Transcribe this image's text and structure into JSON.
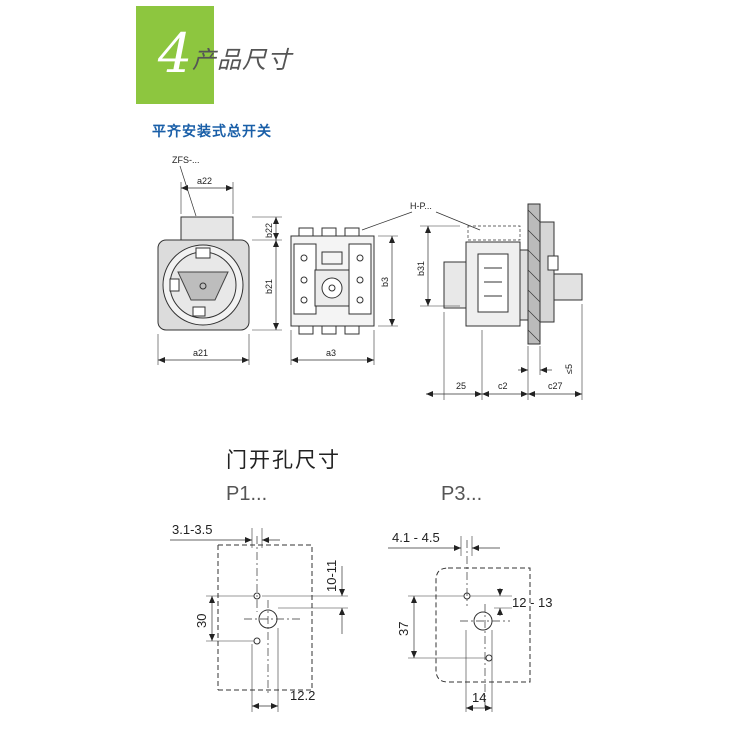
{
  "header": {
    "section_number": "4",
    "section_title": "产品尺寸",
    "accent_color": "#8dc63f"
  },
  "switch_drawing": {
    "subtitle": "平齐安装式总开关",
    "subtitle_color": "#1a5fa8",
    "front_view": {
      "part_label": "ZFS-...",
      "dim_top": "a22",
      "dim_bottom": "a21",
      "dim_upper": "b22",
      "dim_side": "b21"
    },
    "body_view": {
      "dim_bottom": "a3",
      "dim_side": "b3"
    },
    "side_view": {
      "part_label": "H-P...",
      "dim_height": "b31",
      "dim_depth_1": "25",
      "dim_depth_2": "c2",
      "dim_depth_3": "c27",
      "dim_panel": "≤5"
    }
  },
  "door_cutout": {
    "title": "门开孔尺寸",
    "p1": {
      "label": "P1...",
      "dim_offset": "3.1-3.5",
      "dim_vertical": "10-11",
      "dim_height": "30",
      "dim_width": "12.2"
    },
    "p3": {
      "label": "P3...",
      "dim_offset": "4.1 - 4.5",
      "dim_vertical": "12 - 13",
      "dim_height": "37",
      "dim_width": "14"
    }
  }
}
